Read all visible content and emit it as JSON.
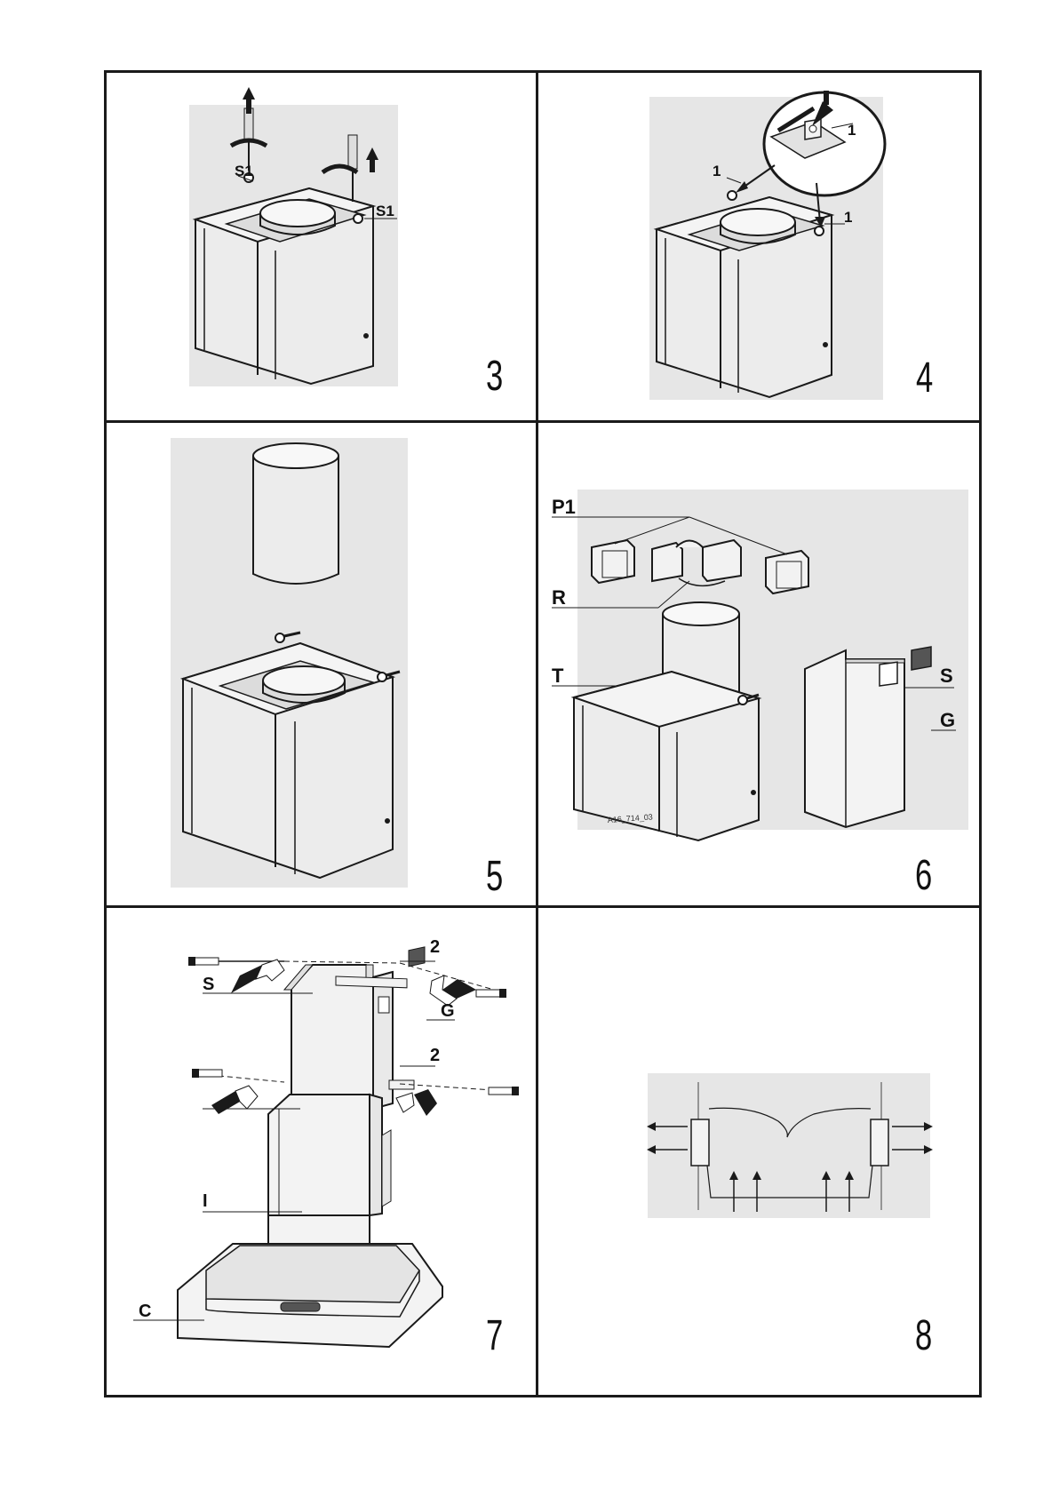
{
  "steps": [
    {
      "number": "3",
      "labels": {
        "screw_left": "S1",
        "screw_right": "S1"
      }
    },
    {
      "number": "4",
      "labels": {
        "bracket_zoom": "1",
        "bracket_left": "1",
        "bracket_right": "1"
      }
    },
    {
      "number": "5"
    },
    {
      "number": "6",
      "labels": {
        "p1": "P1",
        "r": "R",
        "t": "T",
        "s": "S",
        "g": "G"
      },
      "drawing_code": "A16_714_03"
    },
    {
      "number": "7",
      "labels": {
        "bracket_top": "2",
        "bracket_bottom": "2",
        "s": "S",
        "g": "G",
        "i": "I",
        "c": "C"
      }
    },
    {
      "number": "8"
    }
  ],
  "colors": {
    "panel_bg": "#e6e6e6",
    "line": "#1a1a1a",
    "body_fill": "#e9e9e9"
  }
}
